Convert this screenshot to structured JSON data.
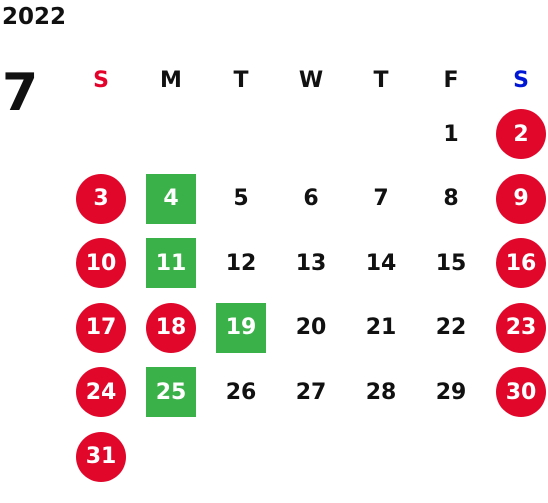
{
  "calendar": {
    "year": "2022",
    "month": "7",
    "weekdays": [
      "S",
      "M",
      "T",
      "W",
      "T",
      "F",
      "S"
    ],
    "weekday_styles": [
      "sun",
      "",
      "",
      "",
      "",
      "",
      "sat"
    ],
    "colors": {
      "holiday": "#e0072b",
      "closed": "#3bb14a",
      "sunday_header": "#e4022b",
      "saturday_header": "#0018d6"
    },
    "weeks": [
      [
        null,
        null,
        null,
        null,
        null,
        {
          "d": "1",
          "t": ""
        },
        {
          "d": "2",
          "t": "holiday"
        }
      ],
      [
        {
          "d": "3",
          "t": "holiday"
        },
        {
          "d": "4",
          "t": "closed"
        },
        {
          "d": "5",
          "t": ""
        },
        {
          "d": "6",
          "t": ""
        },
        {
          "d": "7",
          "t": ""
        },
        {
          "d": "8",
          "t": ""
        },
        {
          "d": "9",
          "t": "holiday"
        }
      ],
      [
        {
          "d": "10",
          "t": "holiday"
        },
        {
          "d": "11",
          "t": "closed"
        },
        {
          "d": "12",
          "t": ""
        },
        {
          "d": "13",
          "t": ""
        },
        {
          "d": "14",
          "t": ""
        },
        {
          "d": "15",
          "t": ""
        },
        {
          "d": "16",
          "t": "holiday"
        }
      ],
      [
        {
          "d": "17",
          "t": "holiday"
        },
        {
          "d": "18",
          "t": "holiday"
        },
        {
          "d": "19",
          "t": "closed"
        },
        {
          "d": "20",
          "t": ""
        },
        {
          "d": "21",
          "t": ""
        },
        {
          "d": "22",
          "t": ""
        },
        {
          "d": "23",
          "t": "holiday"
        }
      ],
      [
        {
          "d": "24",
          "t": "holiday"
        },
        {
          "d": "25",
          "t": "closed"
        },
        {
          "d": "26",
          "t": ""
        },
        {
          "d": "27",
          "t": ""
        },
        {
          "d": "28",
          "t": ""
        },
        {
          "d": "29",
          "t": ""
        },
        {
          "d": "30",
          "t": "holiday"
        }
      ],
      [
        {
          "d": "31",
          "t": "holiday"
        },
        null,
        null,
        null,
        null,
        null,
        null
      ]
    ]
  }
}
